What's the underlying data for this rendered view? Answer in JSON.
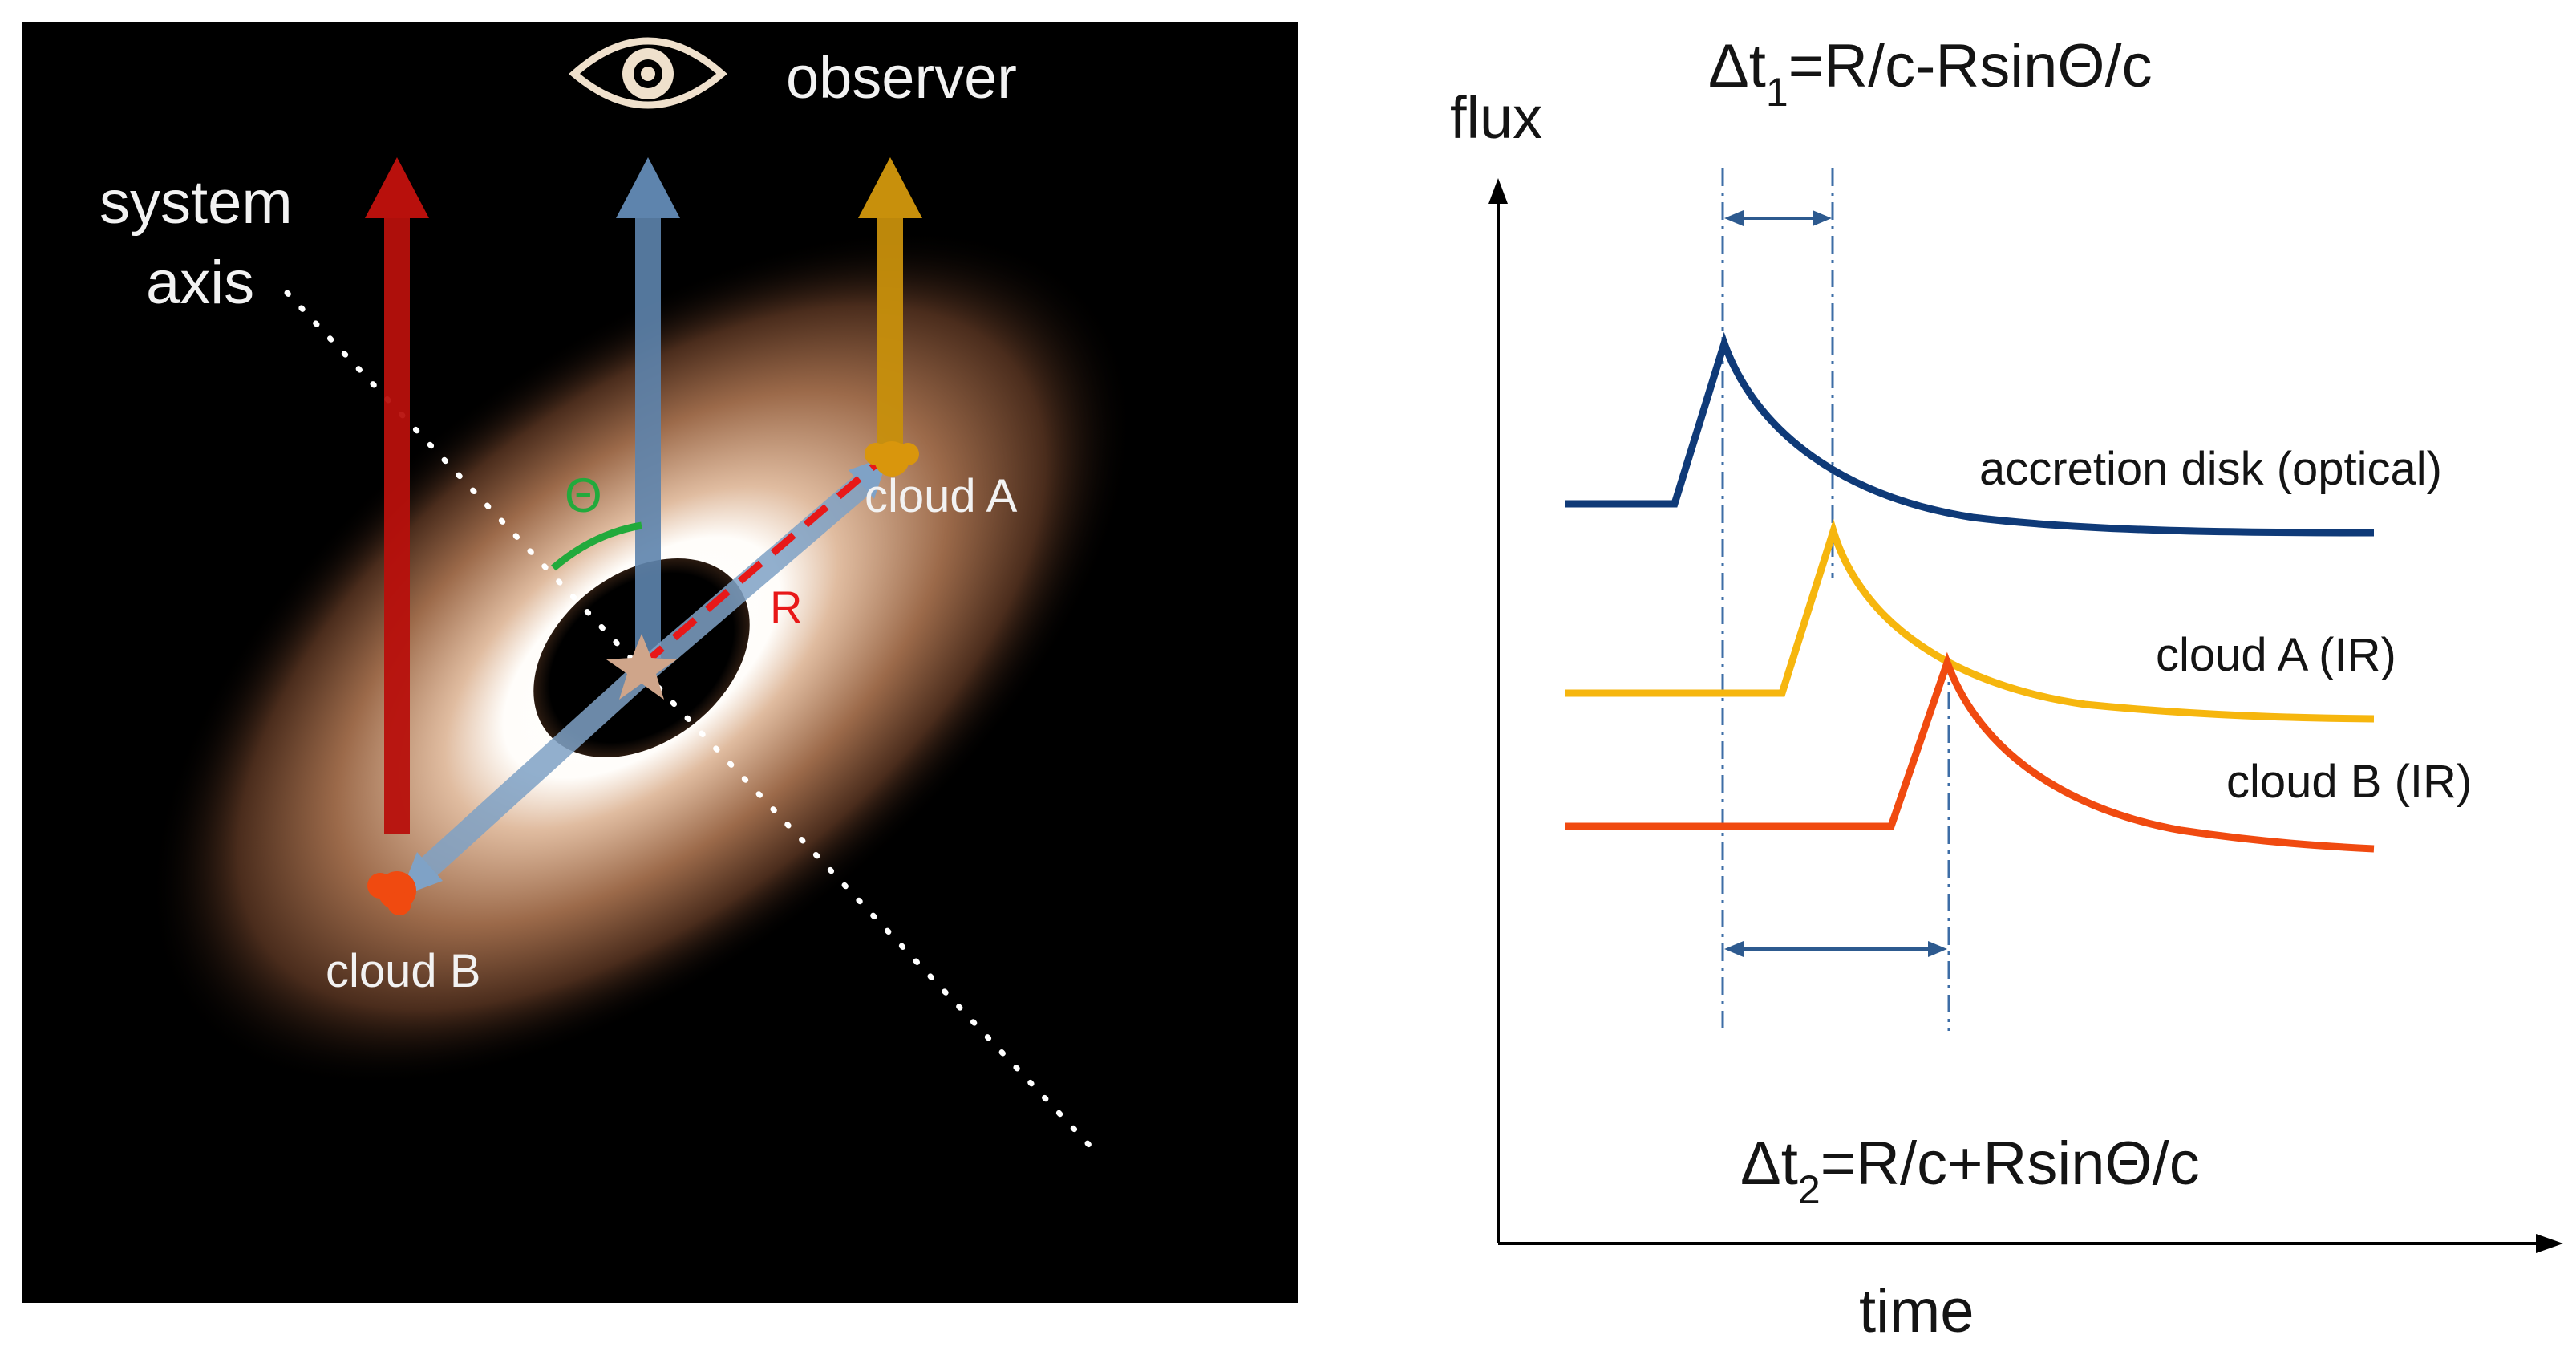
{
  "left_panel": {
    "observer_label": "observer",
    "system_axis_line1": "system",
    "system_axis_line2": "axis",
    "theta_label": "Θ",
    "cloud_a_label": "cloud A",
    "cloud_b_label": "cloud B",
    "radius_label": "R",
    "icon": "eye-icon"
  },
  "right_panel": {
    "y_axis_label": "flux",
    "x_axis_label": "time",
    "dt1": {
      "prefix": "Δt",
      "sub": "1",
      "rest": "=R/c-RsinΘ/c"
    },
    "dt2": {
      "prefix": "Δt",
      "sub": "2",
      "rest": "=R/c+RsinΘ/c"
    },
    "curves": [
      {
        "label": "accretion disk (optical)",
        "color": "#0f3a78"
      },
      {
        "label": "cloud A (IR)",
        "color": "#f6b60e"
      },
      {
        "label": "cloud B (IR)",
        "color": "#f04a10"
      }
    ]
  },
  "colors": {
    "red_arrow": "#b8100c",
    "blue_arrow": "#5e84ad",
    "gold_arrow": "#c8900c",
    "theta_arc": "#22aa3c",
    "r_dash": "#e81818"
  }
}
